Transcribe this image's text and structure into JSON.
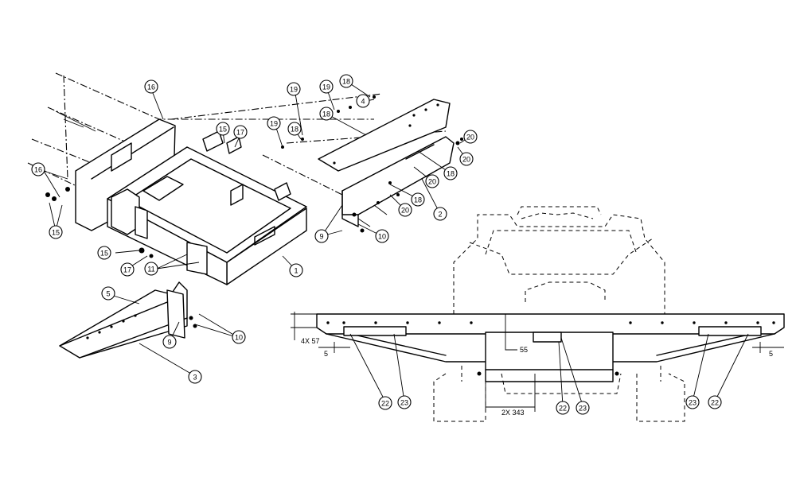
{
  "balloons": [
    {
      "label": "16"
    },
    {
      "label": "16"
    },
    {
      "label": "15"
    },
    {
      "label": "15"
    },
    {
      "label": "17"
    },
    {
      "label": "15"
    },
    {
      "label": "17"
    },
    {
      "label": "11"
    },
    {
      "label": "1"
    },
    {
      "label": "5"
    },
    {
      "label": "9"
    },
    {
      "label": "10"
    },
    {
      "label": "3"
    },
    {
      "label": "19"
    },
    {
      "label": "19"
    },
    {
      "label": "19"
    },
    {
      "label": "18"
    },
    {
      "label": "18"
    },
    {
      "label": "4"
    },
    {
      "label": "18"
    },
    {
      "label": "20"
    },
    {
      "label": "20"
    },
    {
      "label": "18"
    },
    {
      "label": "20"
    },
    {
      "label": "18"
    },
    {
      "label": "20"
    },
    {
      "label": "2"
    },
    {
      "label": "9"
    },
    {
      "label": "10"
    },
    {
      "label": "22"
    },
    {
      "label": "23"
    },
    {
      "label": "22"
    },
    {
      "label": "23"
    },
    {
      "label": "23"
    },
    {
      "label": "22"
    }
  ],
  "dimensions": {
    "height_4x": "4X 57",
    "edge_left": "5",
    "edge_right": "5",
    "center_drop": "55",
    "spacing": "2X 343"
  }
}
